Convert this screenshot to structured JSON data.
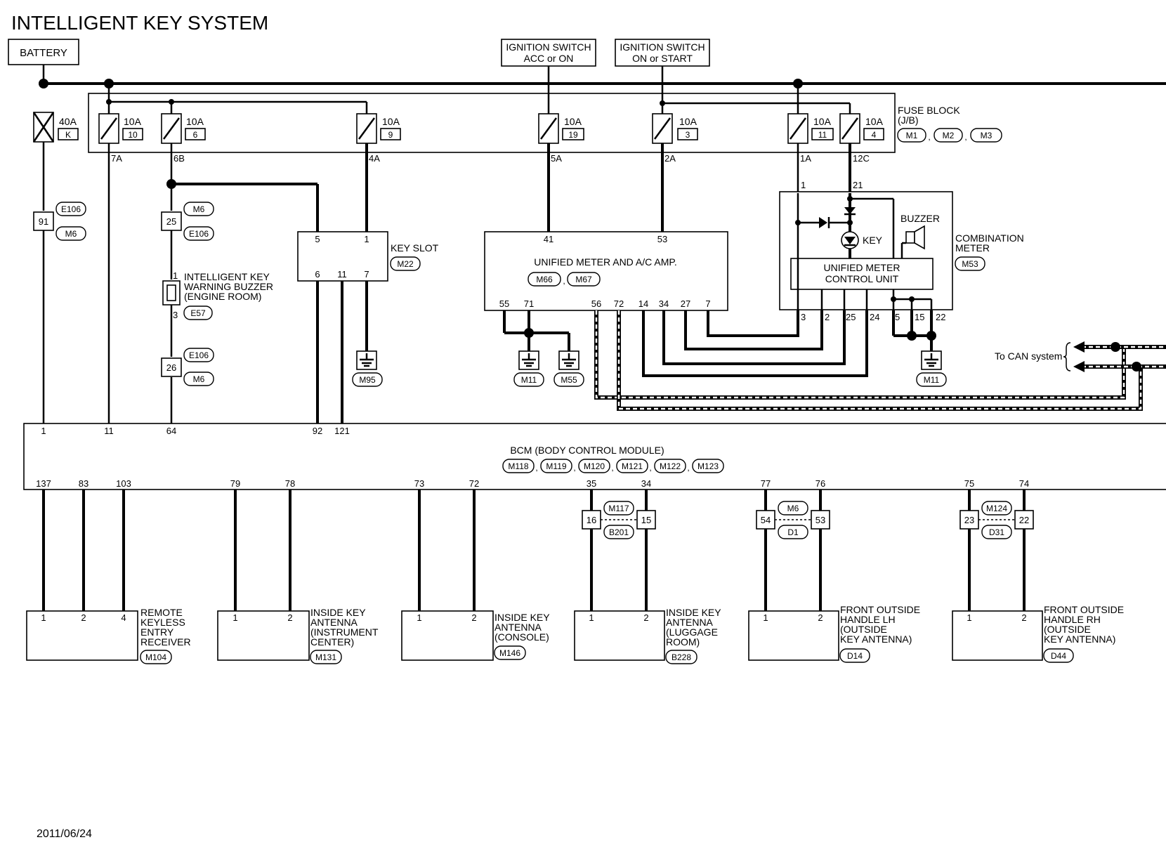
{
  "title": "INTELLIGENT KEY SYSTEM",
  "date": "2011/06/24",
  "sources": {
    "battery": "BATTERY",
    "ign1": [
      "IGNITION SWITCH",
      "ACC or ON"
    ],
    "ign2": [
      "IGNITION SWITCH",
      "ON or START"
    ]
  },
  "fuse_block": {
    "label": [
      "FUSE BLOCK",
      "(J/B)"
    ],
    "connectors": [
      "M1",
      "M2",
      "M3"
    ],
    "fuses": [
      {
        "amp": "40A",
        "id": "K"
      },
      {
        "amp": "10A",
        "id": "10",
        "out": "7A"
      },
      {
        "amp": "10A",
        "id": "6",
        "out": "6B"
      },
      {
        "amp": "10A",
        "id": "9",
        "out": "4A"
      },
      {
        "amp": "10A",
        "id": "19",
        "out": "5A"
      },
      {
        "amp": "10A",
        "id": "3",
        "out": "2A"
      },
      {
        "amp": "10A",
        "id": "11",
        "out": "1A"
      },
      {
        "amp": "10A",
        "id": "4",
        "out": "12C"
      }
    ]
  },
  "inline": {
    "c91": {
      "pin": "91",
      "c1": "E106",
      "c2": "M6"
    },
    "c25": {
      "pin": "25",
      "c1": "M6",
      "c2": "E106"
    },
    "c26": {
      "pin": "26",
      "c1": "E106",
      "c2": "M6"
    }
  },
  "buzzer": {
    "label": [
      "INTELLIGENT KEY",
      "WARNING BUZZER",
      "(ENGINE ROOM)"
    ],
    "conn": "E57",
    "p1": "1",
    "p3": "3"
  },
  "key_slot": {
    "label": "KEY SLOT",
    "conn": "M22",
    "pins_top": [
      "5",
      "1"
    ],
    "pins_bottom": [
      "6",
      "11",
      "7"
    ],
    "ground": "M95"
  },
  "unified_amp": {
    "label": "UNIFIED METER AND A/C AMP.",
    "conns": [
      "M66",
      "M67"
    ],
    "pins_top": [
      "41",
      "53"
    ],
    "pins_bottom": [
      "55",
      "71",
      "56",
      "72",
      "14",
      "34",
      "27",
      "7"
    ],
    "grounds": [
      "M11",
      "M55"
    ]
  },
  "combination_meter": {
    "label": [
      "COMBINATION",
      "METER"
    ],
    "conn": "M53",
    "unit": [
      "UNIFIED METER",
      "CONTROL UNIT"
    ],
    "key": "KEY",
    "buzzer": "BUZZER",
    "pins_top": [
      "1",
      "21"
    ],
    "pins_bottom": [
      "3",
      "2",
      "25",
      "24",
      "5",
      "15",
      "22"
    ],
    "ground": "M11"
  },
  "can": "To CAN system",
  "bcm": {
    "label": "BCM (BODY CONTROL MODULE)",
    "conns": [
      "M118",
      "M119",
      "M120",
      "M121",
      "M122",
      "M123"
    ],
    "pins_top": [
      "1",
      "11",
      "64",
      "92",
      "121"
    ],
    "pins_bottom": [
      "137",
      "83",
      "103",
      "79",
      "78",
      "73",
      "72",
      "35",
      "34",
      "77",
      "76",
      "75",
      "74"
    ]
  },
  "joints": [
    {
      "pins": [
        "16",
        "15"
      ],
      "c1": "M117",
      "c2": "B201"
    },
    {
      "pins": [
        "54",
        "53"
      ],
      "c1": "M6",
      "c2": "D1"
    },
    {
      "pins": [
        "23",
        "22"
      ],
      "c1": "M124",
      "c2": "D31"
    }
  ],
  "devices": [
    {
      "label": [
        "REMOTE",
        "KEYLESS",
        "ENTRY",
        "RECEIVER"
      ],
      "conn": "M104",
      "pins": [
        "1",
        "2",
        "4"
      ]
    },
    {
      "label": [
        "INSIDE KEY",
        "ANTENNA",
        "(INSTRUMENT",
        " CENTER)"
      ],
      "conn": "M131",
      "pins": [
        "1",
        "2"
      ]
    },
    {
      "label": [
        "INSIDE KEY",
        "ANTENNA",
        "(CONSOLE)"
      ],
      "conn": "M146",
      "pins": [
        "1",
        "2"
      ]
    },
    {
      "label": [
        "INSIDE KEY",
        "ANTENNA",
        "(LUGGAGE",
        " ROOM)"
      ],
      "conn": "B228",
      "pins": [
        "1",
        "2"
      ]
    },
    {
      "label": [
        "FRONT OUTSIDE",
        "HANDLE LH",
        "(OUTSIDE",
        " KEY ANTENNA)"
      ],
      "conn": "D14",
      "pins": [
        "1",
        "2"
      ]
    },
    {
      "label": [
        "FRONT OUTSIDE",
        "HANDLE RH",
        "(OUTSIDE",
        " KEY ANTENNA)"
      ],
      "conn": "D44",
      "pins": [
        "1",
        "2"
      ]
    }
  ]
}
